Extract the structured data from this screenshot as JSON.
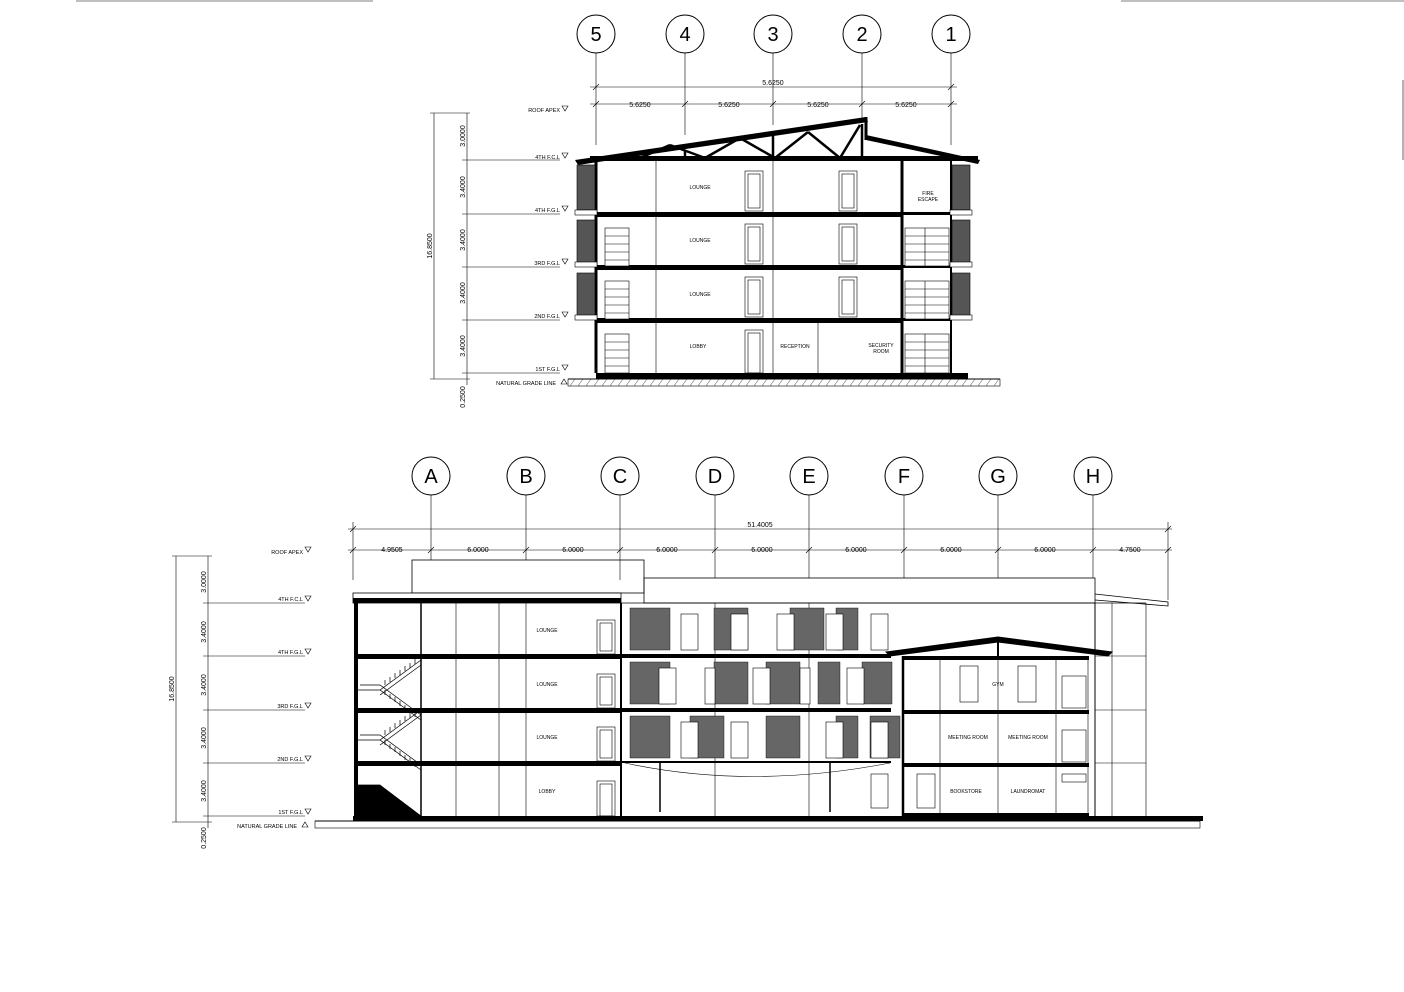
{
  "section_1": {
    "grid_bubbles": [
      "5",
      "4",
      "3",
      "2",
      "1"
    ],
    "overall_dimension": "5.6250",
    "bay_dimensions": [
      "5.6250",
      "5.6250",
      "5.6250",
      "5.6250"
    ],
    "height_overall": "16.8500",
    "height_segments": [
      "3.0000",
      "3.4000",
      "3.4000",
      "3.4000",
      "3.4000",
      "0.2500"
    ],
    "levels": [
      "ROOF APEX",
      "4TH F.C.L",
      "4TH F.G.L",
      "3RD F.G.L",
      "2ND F.G.L",
      "1ST F.G.L",
      "NATURAL GRADE LINE"
    ],
    "rooms": {
      "lounge_4": "LOUNGE",
      "lounge_3": "LOUNGE",
      "lounge_2": "LOUNGE",
      "lobby": "LOBBY",
      "reception": "RECEPTION",
      "security_1": "SECURITY",
      "security_2": "ROOM",
      "fire_1": "FIRE",
      "fire_2": "ESCAPE"
    }
  },
  "section_2": {
    "grid_bubbles": [
      "A",
      "B",
      "C",
      "D",
      "E",
      "F",
      "G",
      "H"
    ],
    "overall_dimension": "51.4005",
    "bay_dimensions": [
      "4.9505",
      "6.0000",
      "6.0000",
      "6.0000",
      "6.0000",
      "6.0000",
      "6.0000",
      "6.0000",
      "4.7500"
    ],
    "height_overall": "16.8500",
    "height_segments": [
      "3.0000",
      "3.4000",
      "3.4000",
      "3.4000",
      "3.4000",
      "0.2500"
    ],
    "levels": [
      "ROOF APEX",
      "4TH F.C.L",
      "4TH F.G.L",
      "3RD F.G.L",
      "2ND F.G.L",
      "1ST F.G.L",
      "NATURAL GRADE LINE"
    ],
    "rooms": {
      "lounge_4": "LOUNGE",
      "lounge_3": "LOUNGE",
      "lounge_2": "LOUNGE",
      "lobby": "LOBBY",
      "gym": "GYM",
      "meeting_1": "MEETING ROOM",
      "meeting_2": "MEETING ROOM",
      "bookstore": "BOOKSTORE",
      "laundromat": "LAUNDROMAT"
    }
  }
}
